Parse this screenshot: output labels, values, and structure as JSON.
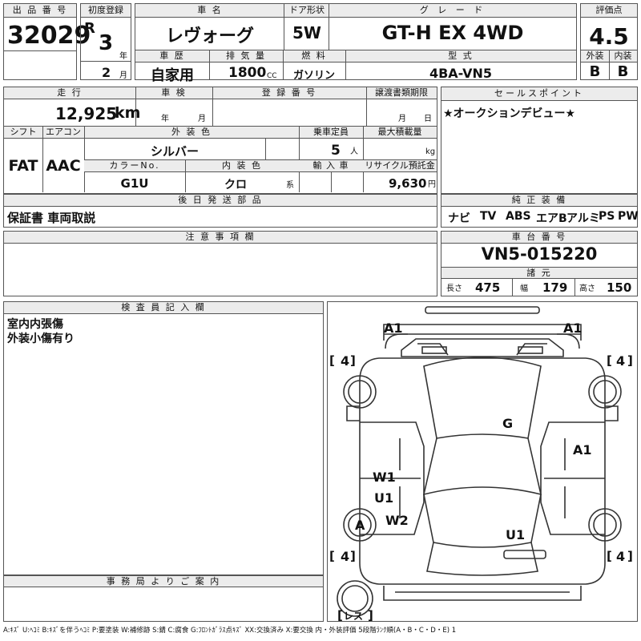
{
  "header": {
    "lot_label": "出 品 番 号",
    "lot_number": "32029",
    "first_reg_label": "初度登録",
    "era_mark": "R",
    "reg_year": "3",
    "year_unit": "年",
    "reg_month": "2",
    "month_unit": "月",
    "car_name_label": "車  名",
    "car_name": "レヴォーグ",
    "door_label": "ドア形状",
    "door": "5W",
    "grade_label": "グ レ ー ド",
    "grade": "GT-H EX 4WD",
    "score_label": "評価点",
    "score": "4.5",
    "history_label": "車  歴",
    "history": "自家用",
    "displacement_label": "排 気 量",
    "displacement": "1800",
    "cc_unit": "CC",
    "fuel_label": "燃  料",
    "fuel": "ガソリン",
    "model_label": "型  式",
    "model": "4BA-VN5",
    "exterior_label": "外装",
    "exterior_grade": "B",
    "interior_label": "内装",
    "interior_grade": "B"
  },
  "row2": {
    "mileage_label": "走  行",
    "mileage": "12,925",
    "km_unit": "km",
    "inspection_label": "車  検",
    "insp_year_unit": "年",
    "insp_month_unit": "月",
    "regno_label": "登 録 番 号",
    "transfer_label": "譲渡書類期限",
    "transfer_month_unit": "月",
    "transfer_day_unit": "日",
    "sales_label": "セールスポイント",
    "sales_point": "★オークションデビュー★"
  },
  "row3": {
    "shift_label": "シフト",
    "shift": "FAT",
    "ac_label": "エアコン",
    "ac": "AAC",
    "color_label": "外 装 色",
    "color": "シルバー",
    "capacity_label": "乗車定員",
    "capacity": "5",
    "capacity_unit": "人",
    "maxload_label": "最大積載量",
    "maxload_unit": "kg",
    "colorno_label": "カラーNo.",
    "color_no": "G1U",
    "int_color_label": "内 装 色",
    "int_color": "クロ",
    "int_color_unit": "系",
    "import_label": "輸 入 車",
    "recycle_label": "リサイクル預託金",
    "recycle": "9,630",
    "recycle_unit": "円"
  },
  "row4": {
    "later_label": "後 日 発 送 部 品",
    "later_items": "保証書 車両取説",
    "equip_label": "純 正 装 備",
    "equipment": [
      "ナビ",
      "TV",
      "ABS",
      "エアB",
      "アルミ",
      "PS",
      "PW"
    ]
  },
  "row5": {
    "notes_label": "注 意 事 項 欄",
    "chassis_label": "車 台 番 号",
    "chassis": "VN5-015220",
    "spec_label": "諸 元",
    "length_label": "長さ",
    "length": "475",
    "width_label": "幅",
    "width": "179",
    "height_label": "高さ",
    "height": "150"
  },
  "inspector": {
    "label": "検 査 員 記 入 欄",
    "lines": [
      "室内内張傷",
      "外装小傷有り"
    ]
  },
  "office": {
    "label": "事 務 局 よ り ご 案 内"
  },
  "diagram": {
    "marks": [
      "A1",
      "A1",
      "4",
      "4",
      "4",
      "4",
      "G",
      "A1",
      "W1",
      "U1",
      "W2",
      "A",
      "U1",
      "レス"
    ]
  },
  "legend": "A:ｷｽﾞ U:ﾍｺﾐ B:ｷｽﾞを伴うﾍｺﾐ P:要塗装 W:補修跡 S:錆 C:腐食 G:ﾌﾛﾝﾄｶﾞﾗｽ点ｷｽﾞ XX:交換済み X:要交換 内・外装評価 5段階ﾗﾝｸ順(A・B・C・D・E) 1"
}
